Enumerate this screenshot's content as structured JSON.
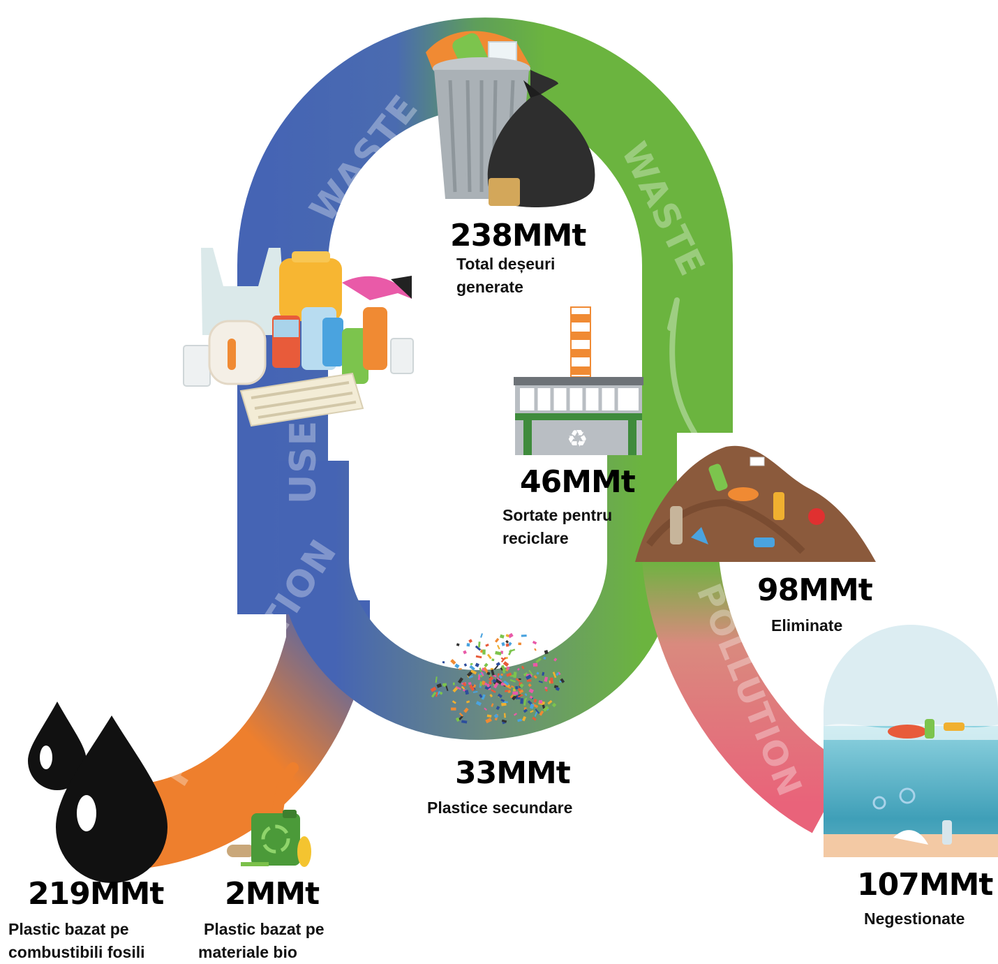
{
  "stages": {
    "production": "PRODUCTION",
    "use": "USE",
    "waste_left": "WASTE",
    "waste_right": "WASTE",
    "pollution": "POLLUTION"
  },
  "nodes": {
    "fossil": {
      "value": "219MMt",
      "label_line1": "Plastic bazat pe",
      "label_line2": "combustibili fosili"
    },
    "bio": {
      "value": "2MMt",
      "label_line1": "Plastic bazat pe",
      "label_line2": "materiale bio"
    },
    "total_waste": {
      "value": "238MMt",
      "label_line1": "Total deșeuri",
      "label_line2": "generate"
    },
    "sorted": {
      "value": "46MMt",
      "label_line1": "Sortate pentru",
      "label_line2": "reciclare"
    },
    "secondary": {
      "value": "33MMt",
      "label_line1": "Plastice secundare"
    },
    "disposed": {
      "value": "98MMt",
      "label_line1": "Eliminate"
    },
    "unmanaged": {
      "value": "107MMt",
      "label_line1": "Negestionate"
    }
  },
  "colors": {
    "orange": "#ee7f2d",
    "blue": "#4564b4",
    "green": "#6bb43f",
    "pink": "#e9637a",
    "recycle_gray": "#b9bec3",
    "recycle_green": "#3f8b3c"
  }
}
